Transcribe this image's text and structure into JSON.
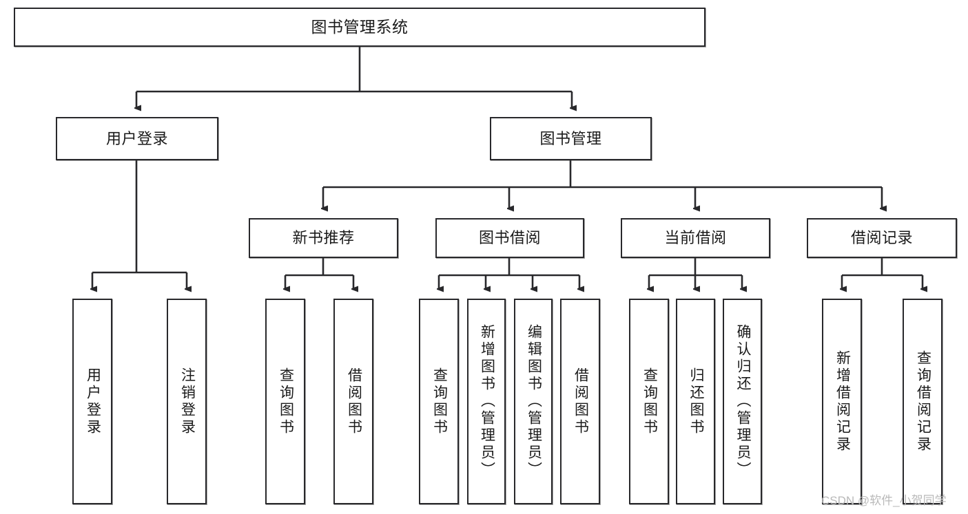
{
  "diagram": {
    "type": "tree-hierarchy",
    "title": "图书管理系统",
    "root": {
      "label": "图书管理系统"
    },
    "level2": [
      {
        "label": "用户登录"
      },
      {
        "label": "图书管理"
      }
    ],
    "level3": [
      {
        "label": "新书推荐"
      },
      {
        "label": "图书借阅"
      },
      {
        "label": "当前借阅"
      },
      {
        "label": "借阅记录"
      }
    ],
    "leaves": {
      "user_login": [
        {
          "label": "用户登录"
        },
        {
          "label": "注销登录"
        }
      ],
      "new_book_recommend": [
        {
          "label": "查询图书"
        },
        {
          "label": "借阅图书"
        }
      ],
      "book_borrow": [
        {
          "label": "查询图书"
        },
        {
          "label": "新增图书（管理员）"
        },
        {
          "label": "编辑图书（管理员）"
        },
        {
          "label": "借阅图书"
        }
      ],
      "current_borrow": [
        {
          "label": "查询图书"
        },
        {
          "label": "归还图书"
        },
        {
          "label": "确认归还（管理员）"
        }
      ],
      "borrow_record": [
        {
          "label": "新增借阅记录"
        },
        {
          "label": "查询借阅记录"
        }
      ]
    }
  },
  "watermark": {
    "text": "CSDN @软件_小贺同学"
  },
  "colors": {
    "stroke": "#28282b",
    "background": "#ffffff",
    "text": "#1a1a1a",
    "watermark": "#b9b9b9"
  }
}
